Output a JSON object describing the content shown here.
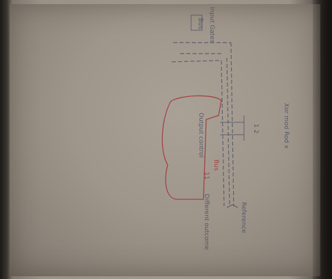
{
  "photo": {
    "subject": "hand-drawn sketch on paper, rotated 90 degrees",
    "colors": {
      "paper": "#a0978c",
      "ink": "#4a4e62",
      "red_ink": "#a03b3d"
    }
  },
  "labels": {
    "header": "Xor mod Rod x",
    "top_left": "Input Gates",
    "box_label": "Bus",
    "center_small": "1 2",
    "center_left": "Output control",
    "red_main": "Bus",
    "red_sub": "11",
    "bottom_arrow": "Reference",
    "bottom_text": "Different outcome"
  }
}
